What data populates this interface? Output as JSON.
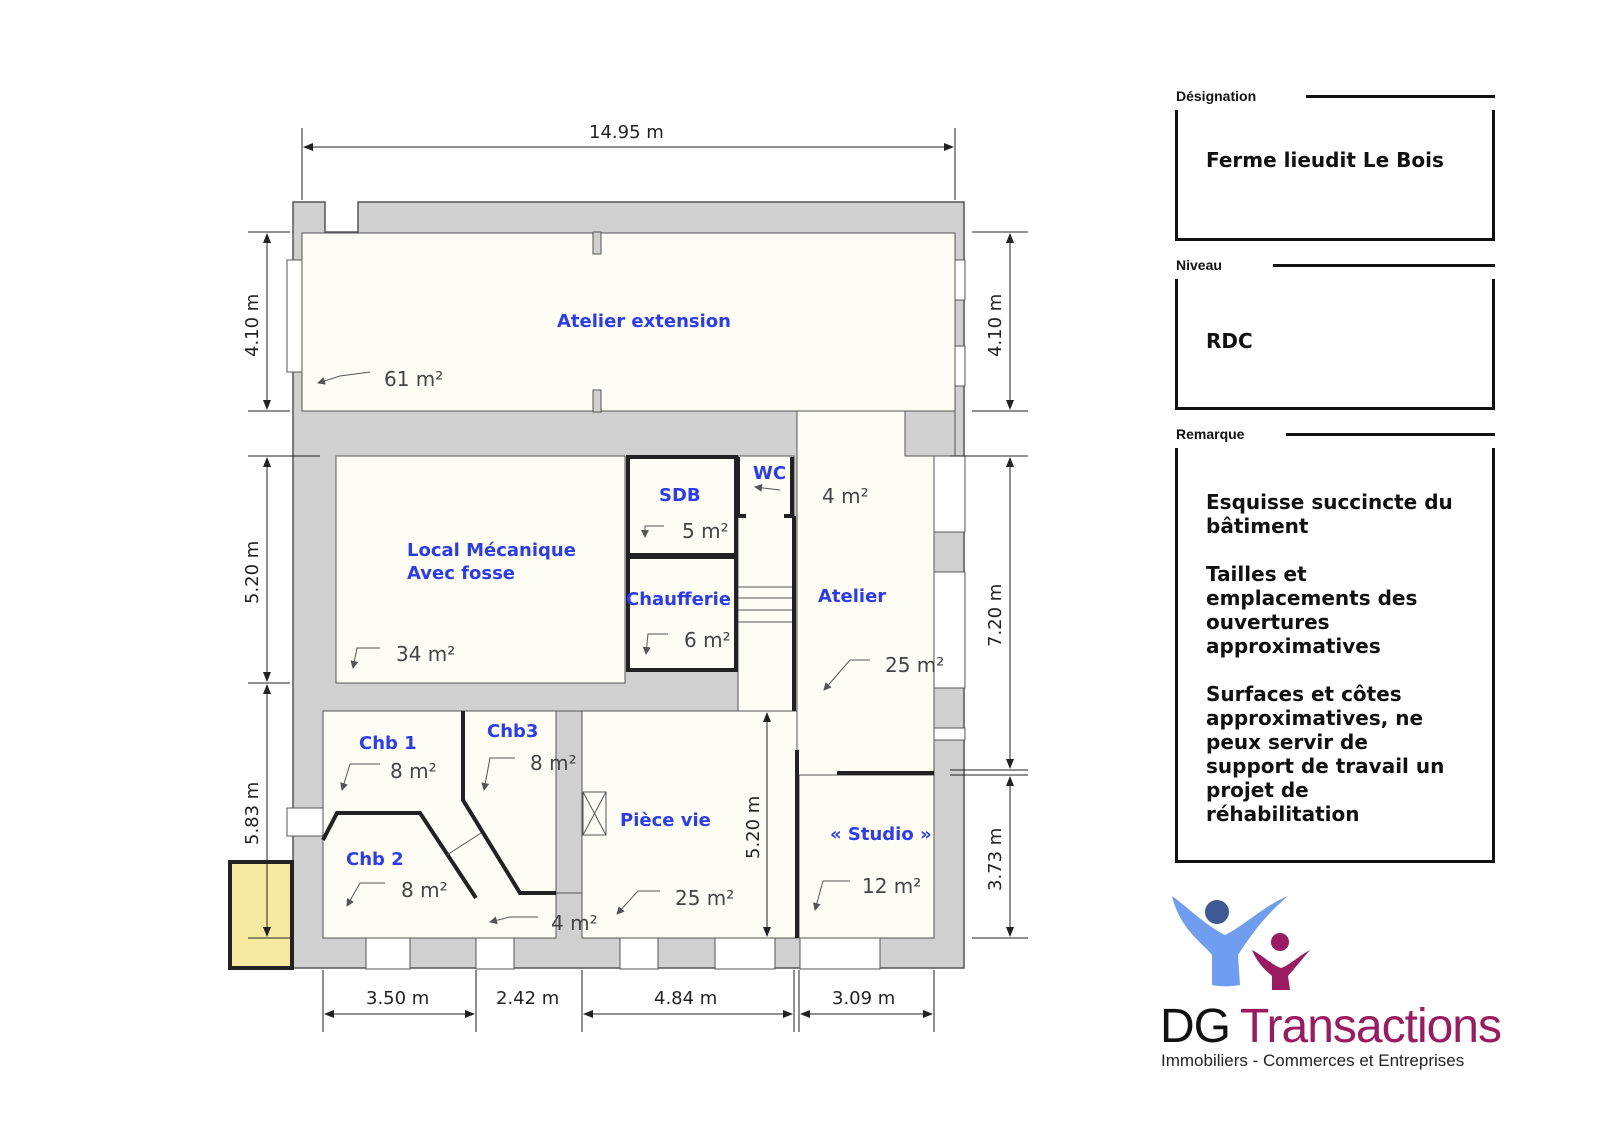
{
  "plan": {
    "rooms": [
      {
        "name": "Atelier extension",
        "area": "61 m²"
      },
      {
        "line1": "Local Mécanique",
        "line2": "Avec fosse",
        "area": "34 m²"
      },
      {
        "name": "SDB",
        "area": "5 m²"
      },
      {
        "name": "WC",
        "area": "4 m²"
      },
      {
        "name": "Chaufferie",
        "area": "6 m²"
      },
      {
        "name": "Atelier",
        "area": "25 m²"
      },
      {
        "name": "Chb 1",
        "area": "8 m²"
      },
      {
        "name": "Chb3",
        "area": "8 m²"
      },
      {
        "name": "Chb 2",
        "area": "8 m²"
      },
      {
        "name": "Pièce vie",
        "area": "25 m²"
      },
      {
        "name": "« Studio »",
        "area": "12 m²"
      },
      {
        "area": "4 m²"
      }
    ],
    "dimensions": {
      "top": "14.95 m",
      "left_upper": "4.10 m",
      "left_middle": "5.20 m",
      "left_lower": "5.83 m",
      "right_upper": "4.10 m",
      "right_middle": "7.20 m",
      "right_lower": "3.73 m",
      "bottom": [
        "3.50 m",
        "2.42 m",
        "4.84 m",
        "3.09 m"
      ],
      "inner_vertical": "5.20 m"
    },
    "colors": {
      "wall": "#d0d0d0",
      "room": "#fdfdf6",
      "label": "#2b3cf0",
      "annex": "#f8e9a0"
    }
  },
  "panel": {
    "designation_label": "Désignation",
    "designation": "Ferme lieudit Le Bois",
    "niveau_label": "Niveau",
    "niveau": "RDC",
    "remarque_label": "Remarque",
    "remarque": "Esquisse succincte du\nbâtiment\n\nTailles et\nemplacements des\nouvertures\napproximatives\n\nSurfaces et côtes\napproximatives, ne\npeux servir de\nsupport de travail un\nprojet de\nréhabilitation"
  },
  "logo": {
    "dg": "DG",
    "brand": "Transactions",
    "tagline": "Immobiliers - Commerces et Entreprises",
    "colors": {
      "blue": "#6f9ef0",
      "plum": "#9b1b62"
    }
  }
}
